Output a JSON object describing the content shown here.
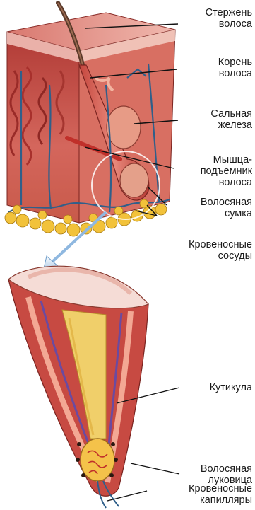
{
  "labels": {
    "hair_shaft": [
      "Стержень",
      "волоса"
    ],
    "hair_root": [
      "Корень",
      "волоса"
    ],
    "sebaceous_gland": [
      "Сальная",
      "железа"
    ],
    "arrector_muscle": [
      "Мышца-",
      "подъемник",
      "волоса"
    ],
    "hair_follicle": [
      "Волосяная",
      "сумка"
    ],
    "blood_vessels": [
      "Кровеносные",
      "сосуды"
    ],
    "cuticle": [
      "Кутикула"
    ],
    "hair_bulb": [
      "Волосяная",
      "луковица"
    ],
    "capillaries": [
      "Кровеносные",
      "капилляры"
    ]
  },
  "colors": {
    "skin_top": "#e8a7a0",
    "dermis": "#c8504a",
    "fat": "#f2c23a",
    "vessel_blue": "#2f5f8a",
    "leader_line": "#111111",
    "arrow": "#9ec4e8"
  }
}
